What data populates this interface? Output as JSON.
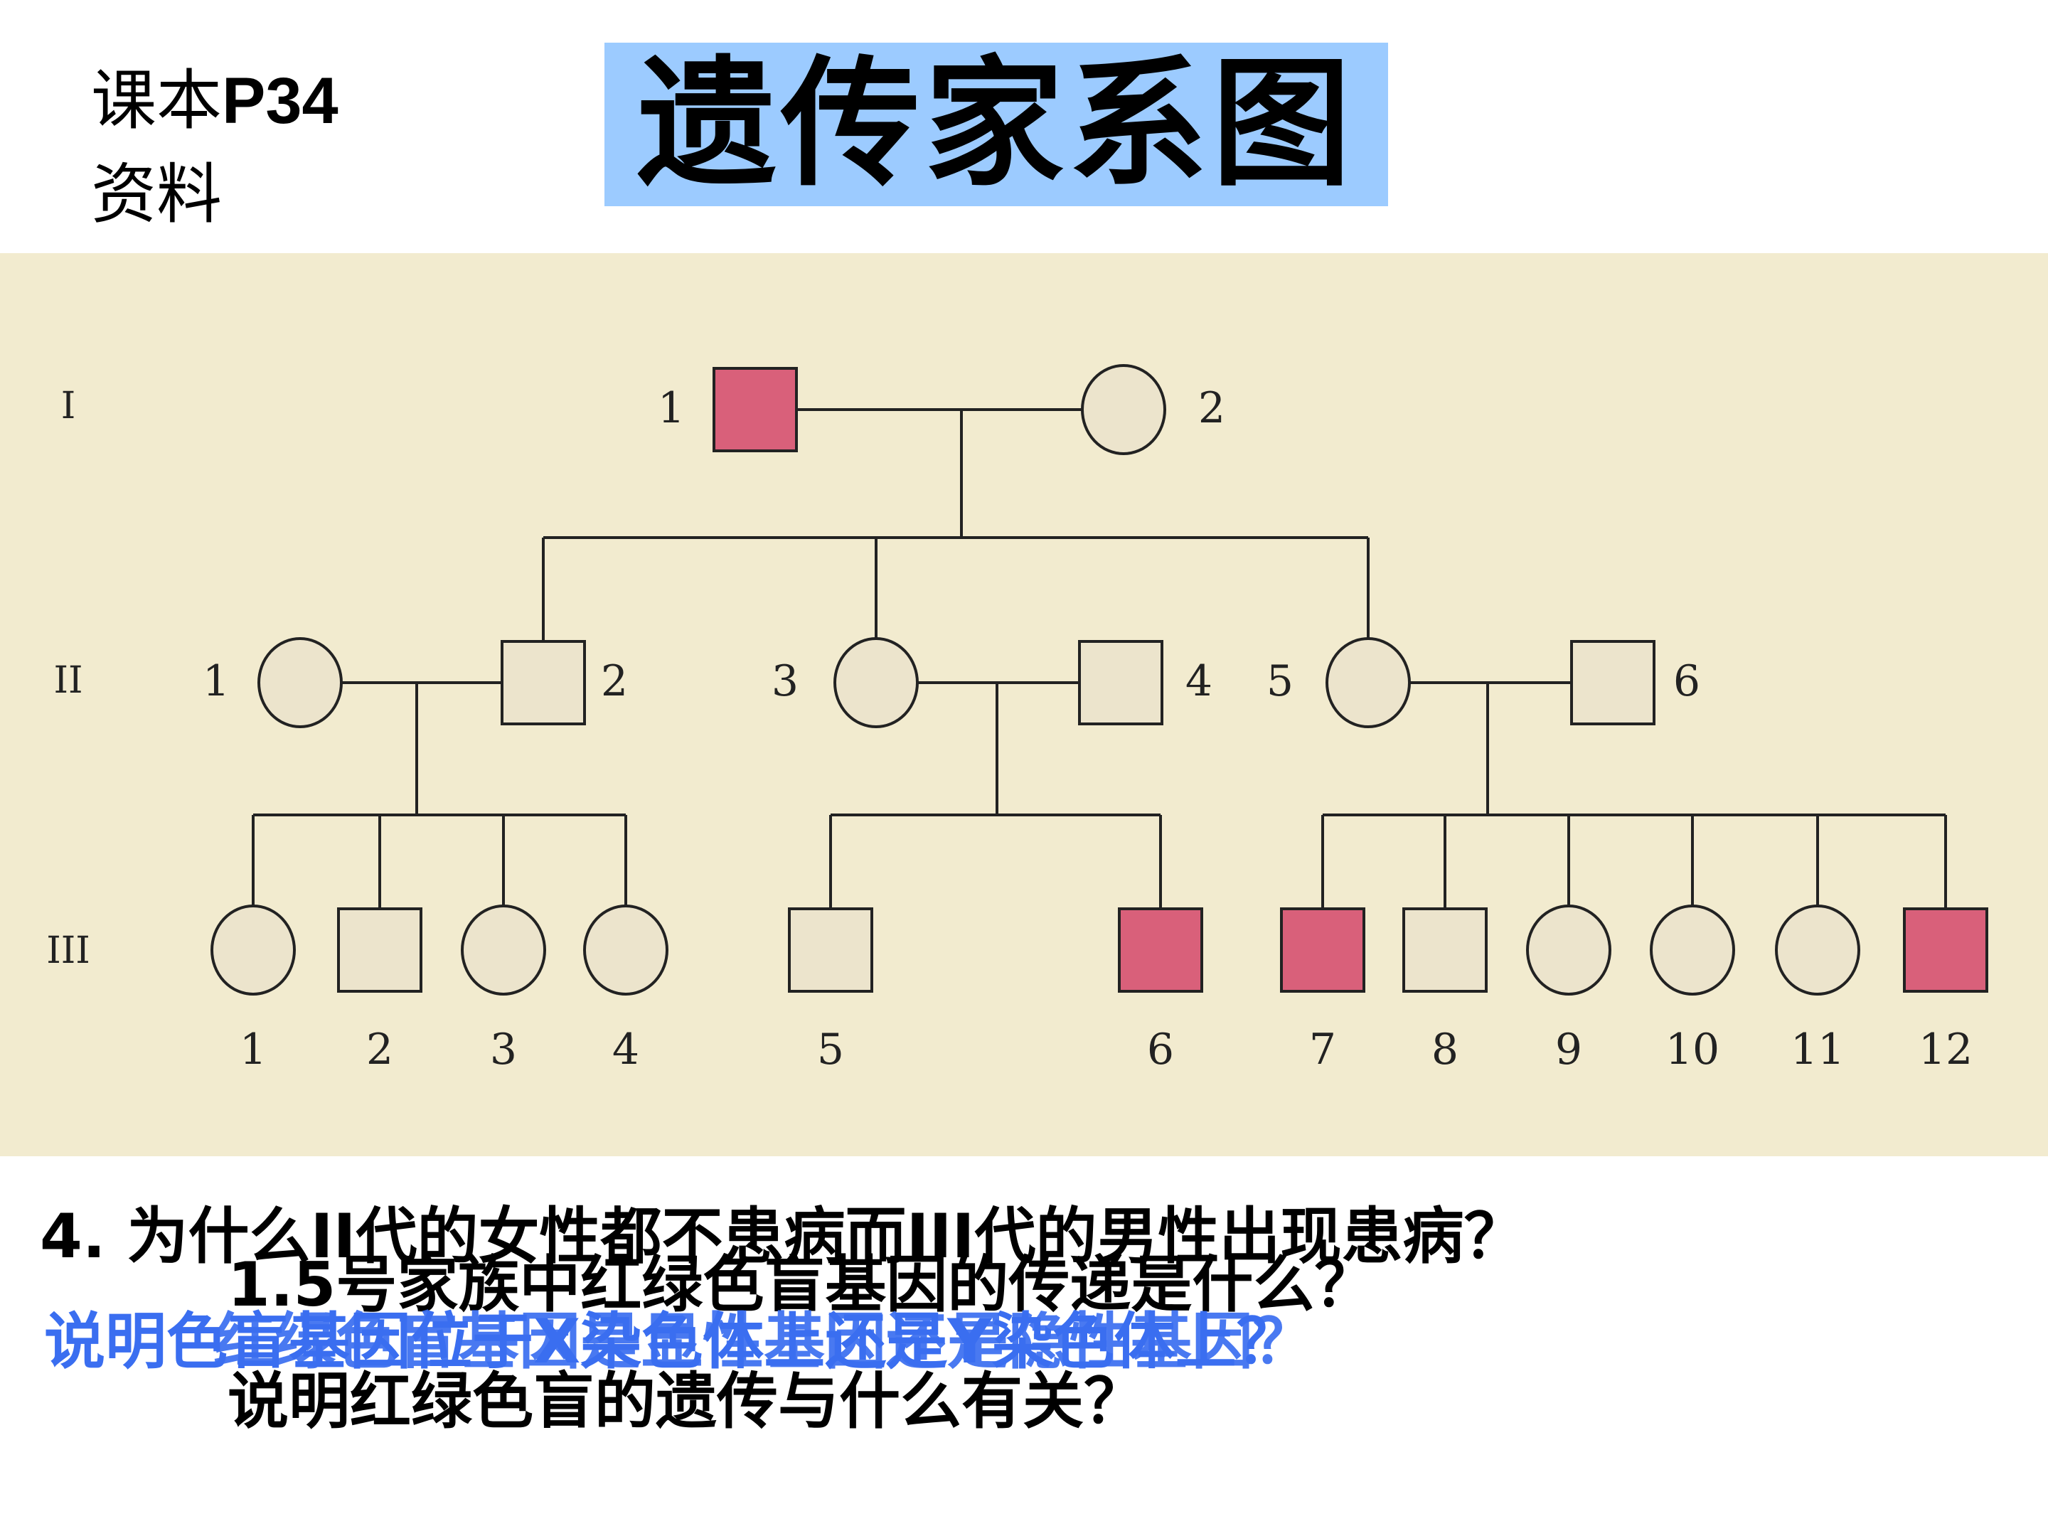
{
  "reference": {
    "line1_text": "课本",
    "line1_page": "P34",
    "line2": "资料"
  },
  "title": "遗传家系图",
  "pedigree": {
    "generations": [
      "I",
      "II",
      "III"
    ],
    "colors": {
      "affected": "#d9607a",
      "unaffected": "#ece4cc",
      "stroke": "#222222",
      "background": "#f2ebcf"
    },
    "members": [
      {
        "gen": "I",
        "num": "1",
        "sex": "male",
        "affected": true
      },
      {
        "gen": "I",
        "num": "2",
        "sex": "female",
        "affected": false
      },
      {
        "gen": "II",
        "num": "1",
        "sex": "female",
        "affected": false
      },
      {
        "gen": "II",
        "num": "2",
        "sex": "male",
        "affected": false
      },
      {
        "gen": "II",
        "num": "3",
        "sex": "female",
        "affected": false
      },
      {
        "gen": "II",
        "num": "4",
        "sex": "male",
        "affected": false
      },
      {
        "gen": "II",
        "num": "5",
        "sex": "female",
        "affected": false
      },
      {
        "gen": "II",
        "num": "6",
        "sex": "male",
        "affected": false
      },
      {
        "gen": "III",
        "num": "1",
        "sex": "female",
        "affected": false
      },
      {
        "gen": "III",
        "num": "2",
        "sex": "male",
        "affected": false
      },
      {
        "gen": "III",
        "num": "3",
        "sex": "female",
        "affected": false
      },
      {
        "gen": "III",
        "num": "4",
        "sex": "female",
        "affected": false
      },
      {
        "gen": "III",
        "num": "5",
        "sex": "male",
        "affected": false
      },
      {
        "gen": "III",
        "num": "6",
        "sex": "male",
        "affected": true
      },
      {
        "gen": "III",
        "num": "7",
        "sex": "male",
        "affected": true
      },
      {
        "gen": "III",
        "num": "8",
        "sex": "male",
        "affected": false
      },
      {
        "gen": "III",
        "num": "9",
        "sex": "female",
        "affected": false
      },
      {
        "gen": "III",
        "num": "10",
        "sex": "female",
        "affected": false
      },
      {
        "gen": "III",
        "num": "11",
        "sex": "female",
        "affected": false
      },
      {
        "gen": "III",
        "num": "12",
        "sex": "male",
        "affected": true
      }
    ]
  },
  "questions": {
    "q1": "4. 为什么II代的女性都不患病而III代的男性出现患病？",
    "q2": "1.5号家族中红绿色盲基因的传递是什么？",
    "q3": "说明红绿色盲的遗传与什么有关？",
    "q4": "说明色盲基因位于X染色体上还是Y染色体上？",
    "q5": "红绿色盲基因是显性基因还是隐性基因？"
  }
}
